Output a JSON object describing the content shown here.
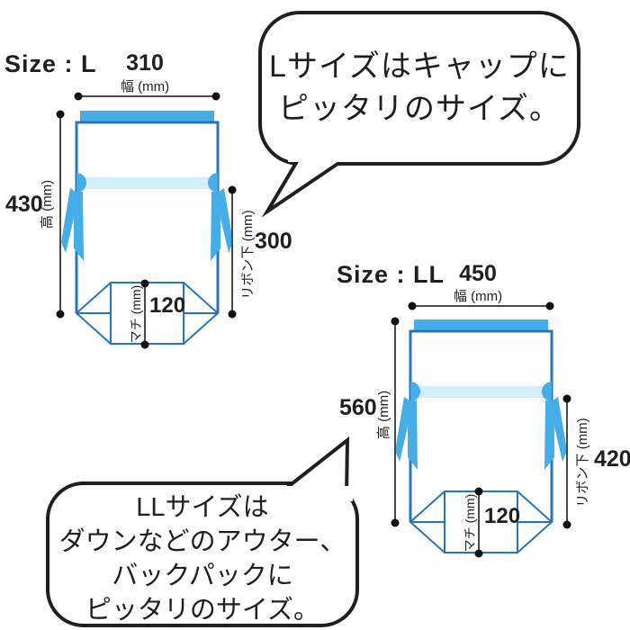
{
  "colors": {
    "accent": "#45ade8",
    "band": "#d3eefb",
    "outline": "#2a74ba",
    "dim": "#4a4a4a",
    "dot": "#111111",
    "ink": "#1f1f1f"
  },
  "size_l": {
    "label": "Size : L",
    "width": "310",
    "width_unit": "幅 (mm)",
    "height": "430",
    "height_unit": "高 (mm)",
    "ribbon": "300",
    "ribbon_unit": "リボン下 (mm)",
    "gusset": "120",
    "gusset_unit": "マチ (mm)"
  },
  "size_ll": {
    "label": "Size : LL",
    "width": "450",
    "width_unit": "幅 (mm)",
    "height": "560",
    "height_unit": "高 (mm)",
    "ribbon": "420",
    "ribbon_unit": "リボン下 (mm)",
    "gusset": "120",
    "gusset_unit": "マチ (mm)"
  },
  "bubble_l": {
    "line1": "Lサイズはキャップに",
    "line2": "ピッタリのサイズ。"
  },
  "bubble_ll": {
    "line1": "LLサイズは",
    "line2": "ダウンなどのアウター、",
    "line3": "バックパックに",
    "line4": "ピッタリのサイズ。"
  }
}
